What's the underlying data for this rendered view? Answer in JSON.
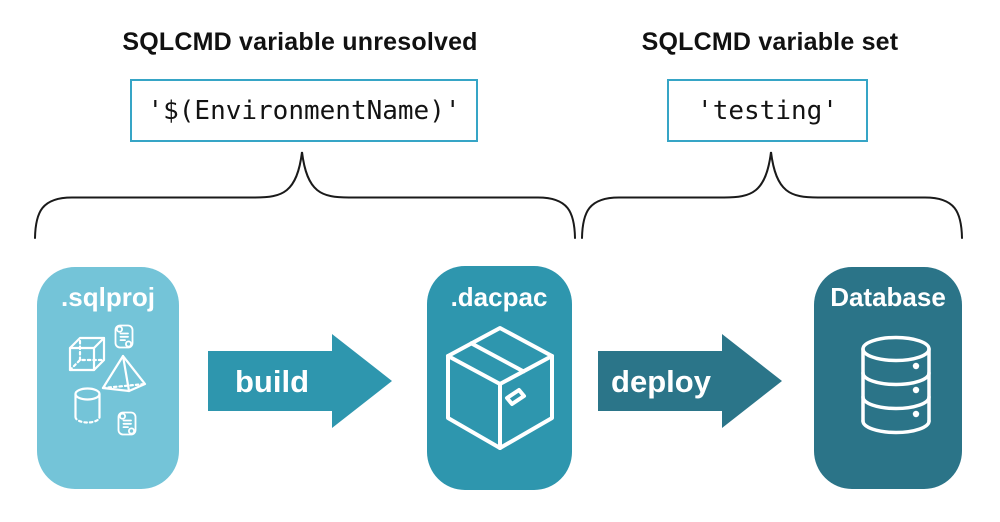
{
  "canvas": {
    "background": "#ffffff"
  },
  "annotations": {
    "unresolved": {
      "heading": "SQLCMD variable unresolved",
      "code": "'$(EnvironmentName)'"
    },
    "resolved": {
      "heading": "SQLCMD variable set",
      "code": "'testing'"
    }
  },
  "pipeline": {
    "stages": [
      {
        "label": ".sqlproj",
        "color": "#74c4d8",
        "icon": "sql-objects-and-scripts-icon"
      },
      {
        "label": ".dacpac",
        "color": "#2e96ae",
        "icon": "package-box-icon"
      },
      {
        "label": "Database",
        "color": "#2b7488",
        "icon": "database-cylinder-icon"
      }
    ],
    "arrows": [
      {
        "label": "build",
        "color": "#2e96ae"
      },
      {
        "label": "deploy",
        "color": "#2b7589"
      }
    ]
  },
  "colors": {
    "heading_text": "#111111",
    "code_text": "#131313",
    "code_box_border": "#36a5c6",
    "code_box_background": "#ffffff",
    "brace_stroke": "#1a1a1a",
    "icon_stroke": "#ffffff",
    "stage_label_text": "#ffffff",
    "arrow_label_text": "#ffffff"
  }
}
